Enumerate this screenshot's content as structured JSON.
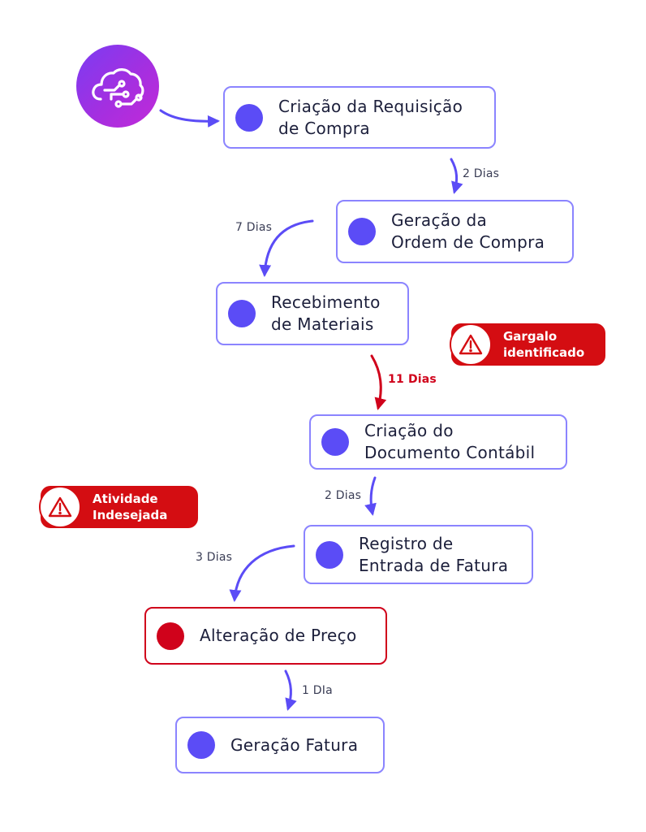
{
  "nodes": [
    {
      "id": "n1",
      "label": "Criação da Requisição\nde Compra",
      "status": "normal"
    },
    {
      "id": "n2",
      "label": "Geração da\nOrdem de Compra",
      "status": "normal"
    },
    {
      "id": "n3",
      "label": "Recebimento\nde Materiais",
      "status": "normal"
    },
    {
      "id": "n4",
      "label": "Criação do\nDocumento Contábil",
      "status": "normal"
    },
    {
      "id": "n5",
      "label": "Registro de\nEntrada de Fatura",
      "status": "normal"
    },
    {
      "id": "n6",
      "label": "Alteração de Preço",
      "status": "alert"
    },
    {
      "id": "n7",
      "label": "Geração Fatura",
      "status": "normal"
    }
  ],
  "edges": [
    {
      "from": "n1",
      "to": "n2",
      "label": "2 Dias",
      "bottleneck": false
    },
    {
      "from": "n2",
      "to": "n3",
      "label": "7 Dias",
      "bottleneck": false
    },
    {
      "from": "n3",
      "to": "n4",
      "label": "11 Dias",
      "bottleneck": true
    },
    {
      "from": "n4",
      "to": "n5",
      "label": "2 Dias",
      "bottleneck": false
    },
    {
      "from": "n5",
      "to": "n6",
      "label": "3 Dias",
      "bottleneck": false
    },
    {
      "from": "n6",
      "to": "n7",
      "label": "1 DIa",
      "bottleneck": false
    }
  ],
  "badges": {
    "bottleneck": "Gargalo\nidentificado",
    "unwanted": "Atividade\nIndesejada"
  },
  "icons": {
    "logo": "cloud-circuit-icon",
    "warning": "warning-triangle-icon"
  },
  "colors": {
    "node_border": "#8b84ff",
    "node_dot": "#5b4cf6",
    "alert": "#d0021b",
    "arrow": "#5b4cf6",
    "logo_gradient_start": "#7b3cf2",
    "logo_gradient_end": "#c22ad8"
  }
}
